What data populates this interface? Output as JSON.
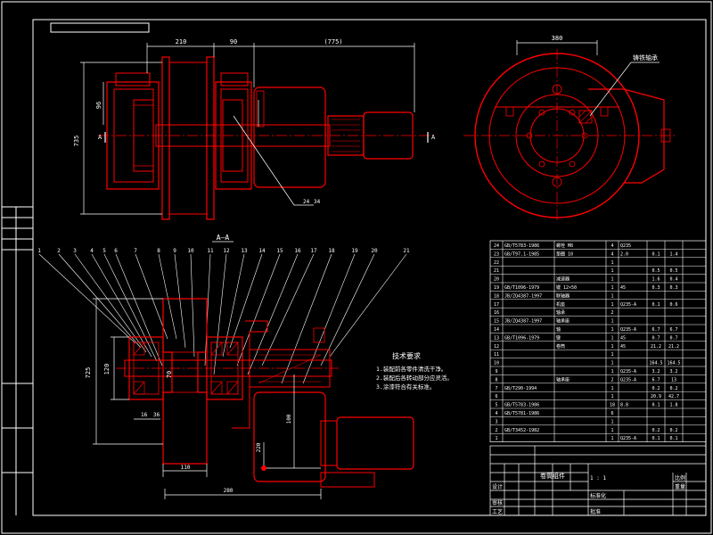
{
  "colors": {
    "background": "#000000",
    "frame": "#ffffff",
    "part_outline": "#ff0000",
    "centerline": "#ff0000",
    "dimension": "#ffffff",
    "text": "#ffffff",
    "hatch": "#ff0000",
    "shaft": "#ff0000"
  },
  "views": {
    "section_label": "A—A",
    "cut_mark": "A"
  },
  "dimensions": {
    "top_view_horizontal": [
      "210",
      "90",
      "(775)"
    ],
    "top_view_vertical": [
      "735",
      "96"
    ],
    "top_view_right": [
      "24",
      "34"
    ],
    "side_view_width": "380",
    "section_vertical": [
      "725",
      "120",
      "70"
    ],
    "section_horizontal": [
      "16",
      "36",
      "110",
      "280"
    ],
    "section_right": [
      "100",
      "220"
    ]
  },
  "callouts": {
    "side_view_note": "铸铁轴承"
  },
  "balloons": [
    "1",
    "2",
    "3",
    "4",
    "5",
    "6",
    "7",
    "8",
    "9",
    "10",
    "11",
    "12",
    "13",
    "14",
    "15",
    "16",
    "17",
    "18",
    "19",
    "20",
    "21"
  ],
  "tech_requirements": {
    "title": "技术要求",
    "items": [
      "1.装配前各零件清洗干净。",
      "2.装配后各转动部分应灵活。",
      "3.涂漆符合有关标准。"
    ]
  },
  "bom_rows": [
    {
      "no": "24",
      "code": "GB/T5783-1986",
      "name": "螺栓 M8",
      "qty": "4",
      "material": "Q235",
      "w1": "",
      "w2": ""
    },
    {
      "no": "23",
      "code": "GB/T97.1-1985",
      "name": "垫圈 10",
      "qty": "4",
      "material": "2.0",
      "w1": "0.1",
      "w2": "1.4"
    },
    {
      "no": "22",
      "code": "",
      "name": "",
      "qty": "1",
      "material": "",
      "w1": "",
      "w2": ""
    },
    {
      "no": "21",
      "code": "",
      "name": "",
      "qty": "1",
      "material": "",
      "w1": "0.5",
      "w2": "0.5"
    },
    {
      "no": "20",
      "code": "",
      "name": "减速器",
      "qty": "1",
      "material": "",
      "w1": "1.6",
      "w2": "0.4"
    },
    {
      "no": "19",
      "code": "GB/T1096-1979",
      "name": "键 12×50",
      "qty": "1",
      "material": "45",
      "w1": "0.3",
      "w2": "0.3"
    },
    {
      "no": "18",
      "code": "JB/ZQ4387-1997",
      "name": "联轴器",
      "qty": "1",
      "material": "",
      "w1": "",
      "w2": ""
    },
    {
      "no": "17",
      "code": "",
      "name": "机座",
      "qty": "1",
      "material": "Q235-A",
      "w1": "0.1",
      "w2": "0.6"
    },
    {
      "no": "16",
      "code": "",
      "name": "轴承",
      "qty": "2",
      "material": "",
      "w1": "",
      "w2": ""
    },
    {
      "no": "15",
      "code": "JB/ZQ4387-1997",
      "name": "轴承座",
      "qty": "1",
      "material": "",
      "w1": "",
      "w2": ""
    },
    {
      "no": "14",
      "code": "",
      "name": "轴",
      "qty": "1",
      "material": "Q235-A",
      "w1": "6.7",
      "w2": "6.7"
    },
    {
      "no": "13",
      "code": "GB/T1096-1979",
      "name": "键",
      "qty": "1",
      "material": "45",
      "w1": "0.7",
      "w2": "0.7"
    },
    {
      "no": "12",
      "code": "",
      "name": "卷筒",
      "qty": "1",
      "material": "45",
      "w1": "21.2",
      "w2": "21.2"
    },
    {
      "no": "11",
      "code": "",
      "name": "",
      "qty": "1",
      "material": "",
      "w1": "",
      "w2": ""
    },
    {
      "no": "10",
      "code": "",
      "name": "",
      "qty": "1",
      "material": "",
      "w1": "164.5",
      "w2": "164.5"
    },
    {
      "no": "9",
      "code": "",
      "name": "",
      "qty": "1",
      "material": "Q235-A",
      "w1": "3.2",
      "w2": "3.2"
    },
    {
      "no": "8",
      "code": "",
      "name": "轴承座",
      "qty": "2",
      "material": "Q235-A",
      "w1": "6.7",
      "w2": "13"
    },
    {
      "no": "7",
      "code": "GB/T290-1994",
      "name": "",
      "qty": "1",
      "material": "",
      "w1": "0.2",
      "w2": "0.2"
    },
    {
      "no": "6",
      "code": "",
      "name": "",
      "qty": "1",
      "material": "",
      "w1": "20.9",
      "w2": "42.7"
    },
    {
      "no": "5",
      "code": "GB/T5783-1986",
      "name": "",
      "qty": "18",
      "material": "8.8",
      "w1": "0.1",
      "w2": "1.8"
    },
    {
      "no": "4",
      "code": "GB/T5781-1986",
      "name": "",
      "qty": "6",
      "material": "",
      "w1": "",
      "w2": ""
    },
    {
      "no": "3",
      "code": "",
      "name": "",
      "qty": "1",
      "material": "",
      "w1": "",
      "w2": ""
    },
    {
      "no": "2",
      "code": "GB/T3452-1982",
      "name": "",
      "qty": "1",
      "material": "",
      "w1": "0.2",
      "w2": "0.2"
    },
    {
      "no": "1",
      "code": "",
      "name": "",
      "qty": "1",
      "material": "Q235-A",
      "w1": "0.1",
      "w2": "0.1"
    }
  ],
  "title_block": {
    "drawing_title": "卷筒组件",
    "labels_left": [
      "设计",
      "审核",
      "工艺"
    ],
    "labels_mid": [
      "标准化",
      "批准"
    ],
    "labels_right": [
      "比例",
      "重量"
    ],
    "scale_row": "1 : 1"
  }
}
